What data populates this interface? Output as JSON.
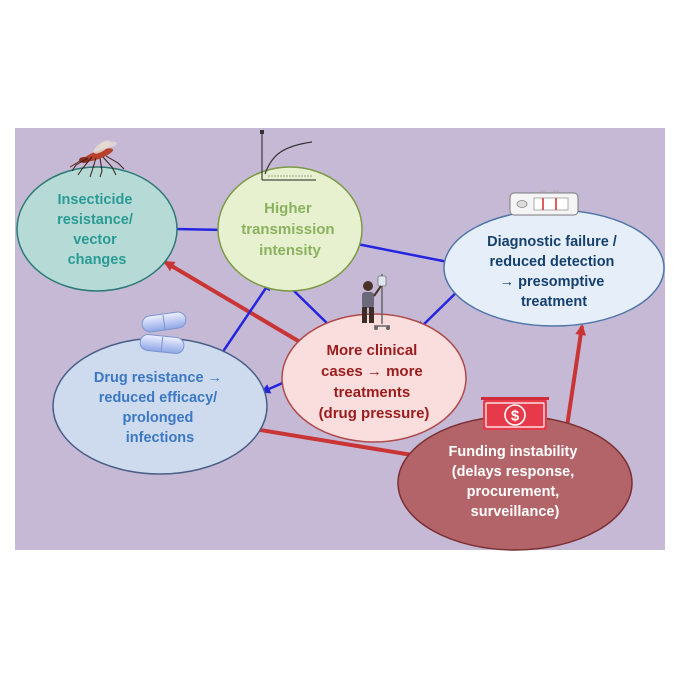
{
  "colors": {
    "panel_bg": "#c6b9d6",
    "arrow_blue": "#2525e0",
    "arrow_red": "#c93535"
  },
  "nodes": {
    "insecticide": {
      "lines": [
        "Insecticide",
        "resistance/",
        "vector",
        "changes"
      ],
      "fill": "#b6dbd6",
      "stroke": "#2b7a74",
      "text_color": "#2a9a94"
    },
    "transmission": {
      "lines": [
        "Higher",
        "transmission",
        "intensity"
      ],
      "fill": "#e7f1cf",
      "stroke": "#7c9a45",
      "text_color": "#8ab25e"
    },
    "diagnostic": {
      "lines": [
        "Diagnostic failure /",
        "reduced detection",
        "→ presomptive",
        "treatment"
      ],
      "fill": "#e6eff9",
      "stroke": "#5076a8",
      "text_color": "#15406e"
    },
    "clinical": {
      "lines": [
        "More clinical",
        "cases → more",
        "treatments",
        "(drug pressure)"
      ],
      "fill": "#fadede",
      "stroke": "#b04a4a",
      "text_color": "#9a1c1c"
    },
    "drug": {
      "lines": [
        "Drug resistance →",
        "reduced efficacy/",
        "prolonged",
        "infections"
      ],
      "fill": "#cedbee",
      "stroke": "#4a5f86",
      "text_color": "#3b78c4"
    },
    "funding": {
      "lines": [
        "Funding instability",
        "(delays response,",
        "procurement,",
        "surveillance)"
      ],
      "fill": "#b26468",
      "stroke": "#7a2f33",
      "text_color": "#ffffff"
    }
  },
  "icons": {
    "mosquito": "mosquito-icon",
    "graph": "transmission-graph-icon",
    "test": "rapid-diagnostic-test-icon",
    "pills": "pills-icon",
    "patient": "patient-iv-icon",
    "money": "money-icon",
    "money_symbol": "$"
  }
}
